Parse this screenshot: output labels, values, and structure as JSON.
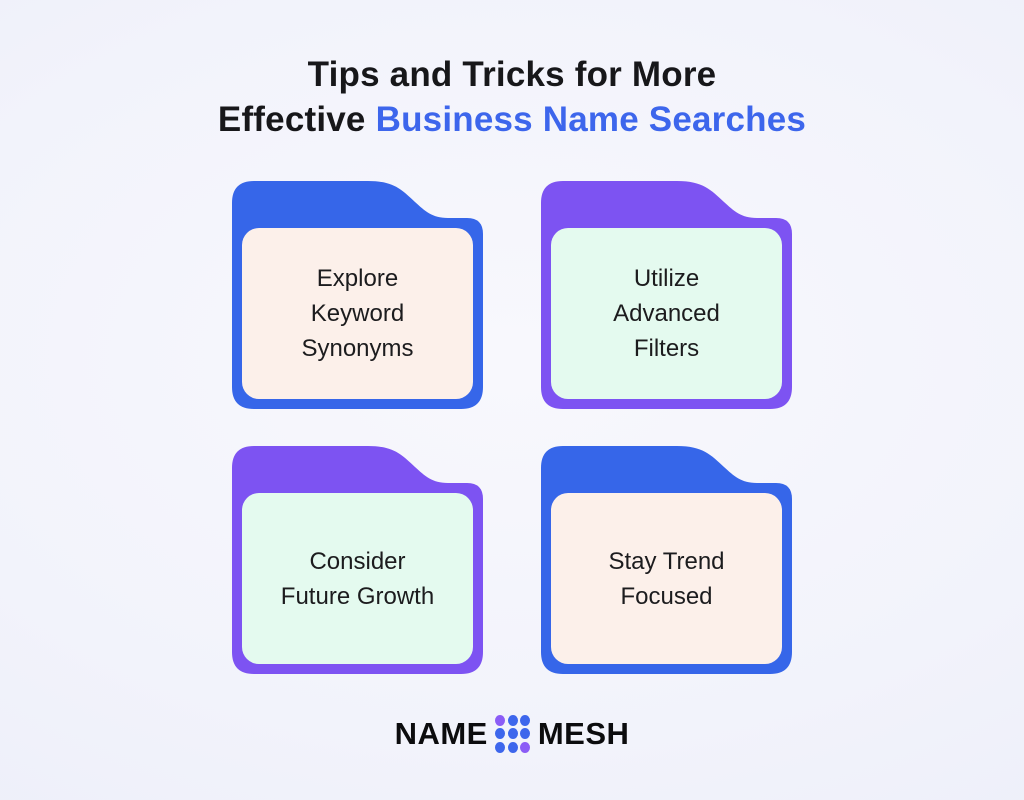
{
  "title": {
    "line1": "Tips and Tricks for More",
    "line2_black": "Effective",
    "line2_accent": "Business Name Searches",
    "accent_color": "#3d66ec"
  },
  "cards": [
    {
      "label": "Explore\nKeyword\nSynonyms",
      "tab_color": "#3666e9",
      "body_color": "#fcf0ea"
    },
    {
      "label": "Utilize\nAdvanced\nFilters",
      "tab_color": "#7d53f2",
      "body_color": "#e4faef"
    },
    {
      "label": "Consider\nFuture Growth",
      "tab_color": "#7d53f2",
      "body_color": "#e4faef"
    },
    {
      "label": "Stay Trend\nFocused",
      "tab_color": "#3666e9",
      "body_color": "#fcf0ea"
    }
  ],
  "logo": {
    "left_text": "NAME",
    "right_text": "MESH",
    "icon": "dot-grid-icon",
    "dot_colors": [
      "#8b5cf6",
      "#3d66ec",
      "#3d66ec",
      "#3d66ec",
      "#3d66ec",
      "#3d66ec",
      "#3d66ec",
      "#3d66ec",
      "#8b5cf6"
    ]
  }
}
